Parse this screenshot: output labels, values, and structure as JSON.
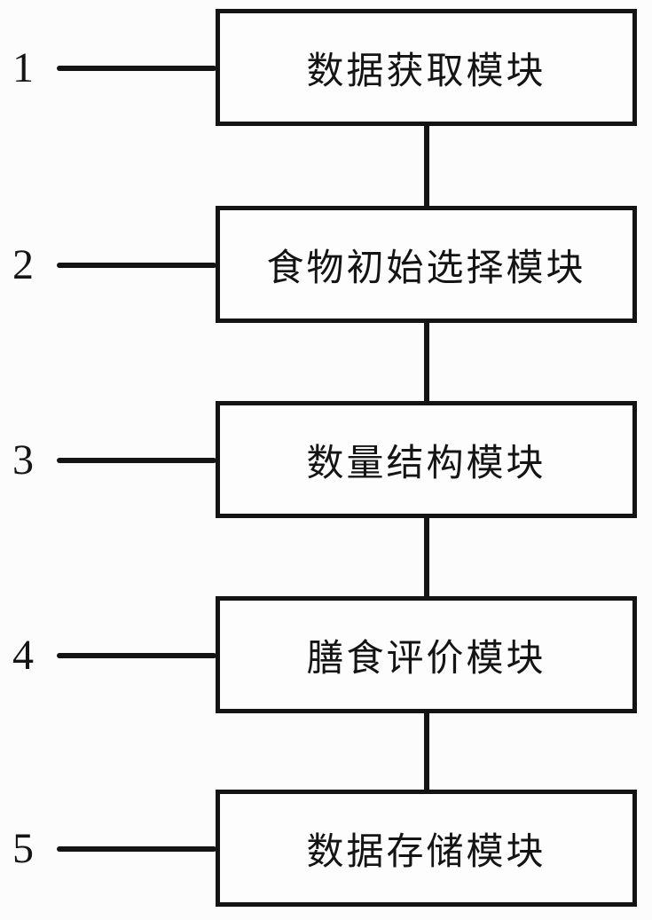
{
  "diagram": {
    "type": "block-diagram",
    "modules": [
      {
        "ref": "1",
        "label": "数据获取模块"
      },
      {
        "ref": "2",
        "label": "食物初始选择模块"
      },
      {
        "ref": "3",
        "label": "数量结构模块"
      },
      {
        "ref": "4",
        "label": "膳食评价模块"
      },
      {
        "ref": "5",
        "label": "数据存储模块"
      }
    ],
    "connections": [
      "1-2",
      "2-3",
      "3-4",
      "4-5"
    ],
    "colors": {
      "line": "#141414",
      "box_fill": "#fdfdfe",
      "background": "#fcfcfd"
    }
  }
}
